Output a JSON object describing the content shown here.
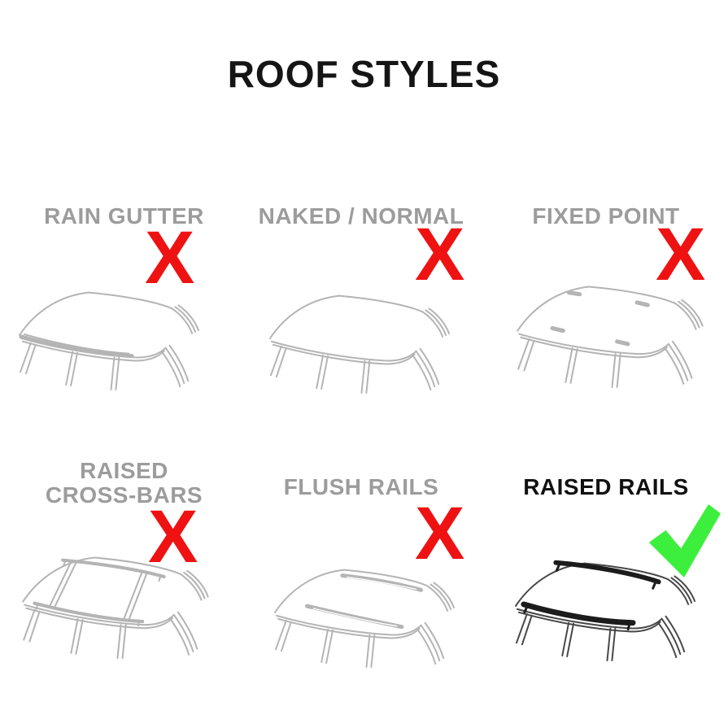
{
  "title": "ROOF STYLES",
  "marks": {
    "cross_glyph": "X",
    "check_meaning": "compatible",
    "cross_meaning": "not compatible"
  },
  "colors": {
    "title_black": "#151515",
    "label_gray": "#9c9c9c",
    "label_black": "#111111",
    "cross_red": "#ee1212",
    "check_green": "#3cef3c",
    "line_art_gray": "#b4b4b4",
    "line_art_dark": "#474747"
  },
  "cells": [
    {
      "id": "rain-gutter",
      "label": "RAIN GUTTER",
      "label2": "",
      "mark": "X",
      "status": "not-compatible"
    },
    {
      "id": "naked-normal",
      "label": "NAKED / NORMAL",
      "label2": "",
      "mark": "X",
      "status": "not-compatible"
    },
    {
      "id": "fixed-point",
      "label": "FIXED POINT",
      "label2": "",
      "mark": "X",
      "status": "not-compatible"
    },
    {
      "id": "raised-cross-bars",
      "label": "RAISED",
      "label2": "CROSS-BARS",
      "mark": "X",
      "status": "not-compatible"
    },
    {
      "id": "flush-rails",
      "label": "FLUSH RAILS",
      "label2": "",
      "mark": "X",
      "status": "not-compatible"
    },
    {
      "id": "raised-rails",
      "label": "RAISED RAILS",
      "label2": "",
      "mark": "check",
      "status": "compatible"
    }
  ]
}
